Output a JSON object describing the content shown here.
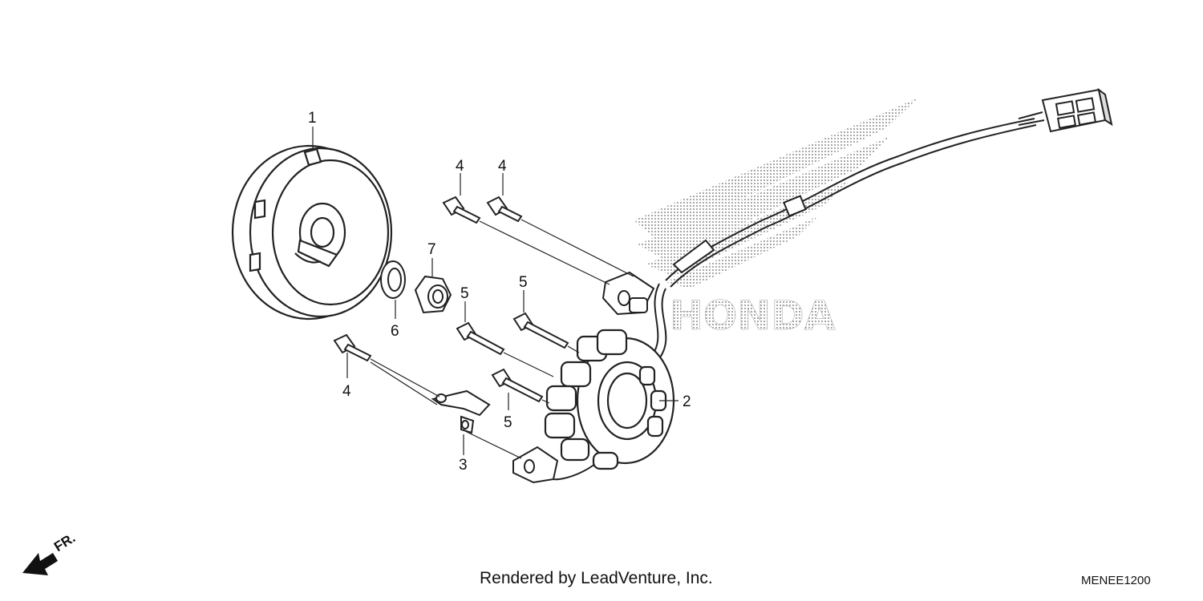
{
  "watermark": {
    "text": "HONDA",
    "color": "#bdbdbd"
  },
  "orientation_marker": {
    "label": "FR."
  },
  "callouts": [
    {
      "id": "flywheel",
      "label": "1"
    },
    {
      "id": "stator",
      "label": "2"
    },
    {
      "id": "clamp-bracket",
      "label": "3"
    },
    {
      "id": "flange-bolt-a",
      "label": "4"
    },
    {
      "id": "flange-bolt-b",
      "label": "4"
    },
    {
      "id": "flange-bolt-c",
      "label": "4"
    },
    {
      "id": "stator-bolt-a",
      "label": "5"
    },
    {
      "id": "stator-bolt-b",
      "label": "5"
    },
    {
      "id": "washer",
      "label": "6"
    },
    {
      "id": "nut",
      "label": "7"
    }
  ],
  "footer": {
    "credit": "Rendered by LeadVenture, Inc.",
    "diagram_code": "MENEE1200"
  }
}
